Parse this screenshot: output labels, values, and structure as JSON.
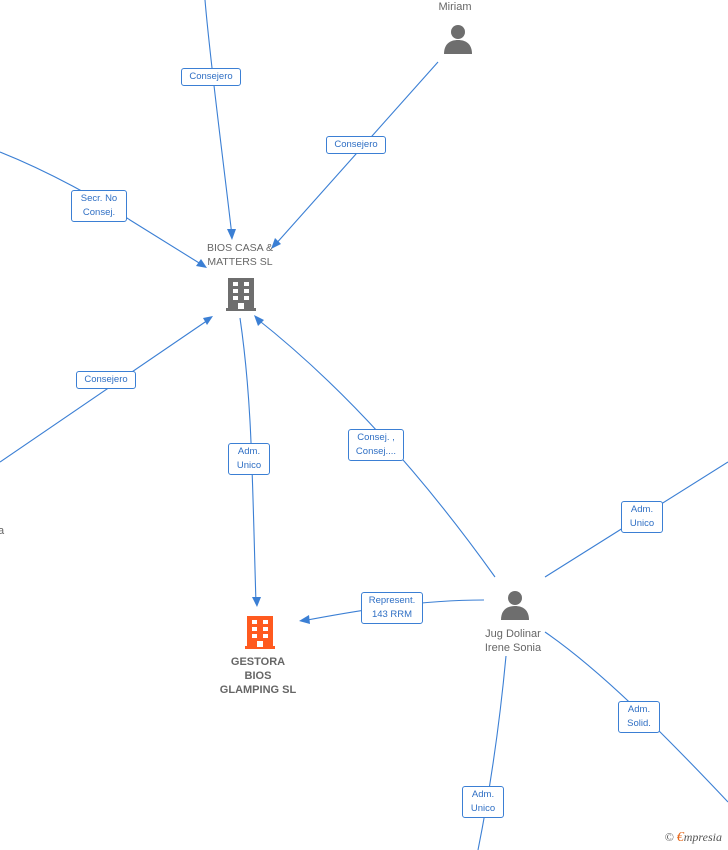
{
  "nodes": {
    "miriam": {
      "label": "Miriam",
      "icon": "person-icon"
    },
    "bios_casa": {
      "label": "BIOS CASA &\nMATTERS  SL",
      "icon": "building-icon"
    },
    "gestora": {
      "label": "GESTORA\nBIOS\nGLAMPING  SL",
      "icon": "building-icon"
    },
    "jug": {
      "label": "Jug Dolinar\nIrene Sonia",
      "icon": "person-icon"
    },
    "left_clipped": {
      "label": "l\na"
    }
  },
  "edges": {
    "consejero_top": "Consejero",
    "consejero_miriam": "Consejero",
    "secr_no_consej": "Secr.  No\nConsej.",
    "consejero_left": "Consejero",
    "adm_unico_mid": "Adm.\nUnico",
    "consej_jug": "Consej. ,\nConsej....",
    "represent": "Represent.\n143 RRM",
    "adm_unico_right": "Adm.\nUnico",
    "adm_solid": "Adm.\nSolid.",
    "adm_unico_bottom": "Adm.\nUnico"
  },
  "colors": {
    "edge": "#3b7fd4",
    "company_main": "#ff5a1f",
    "company": "#6e6e6e",
    "person": "#6e6e6e"
  },
  "watermark": {
    "symbol": "©",
    "brand_initial": "€",
    "brand_rest": "mpresia"
  }
}
